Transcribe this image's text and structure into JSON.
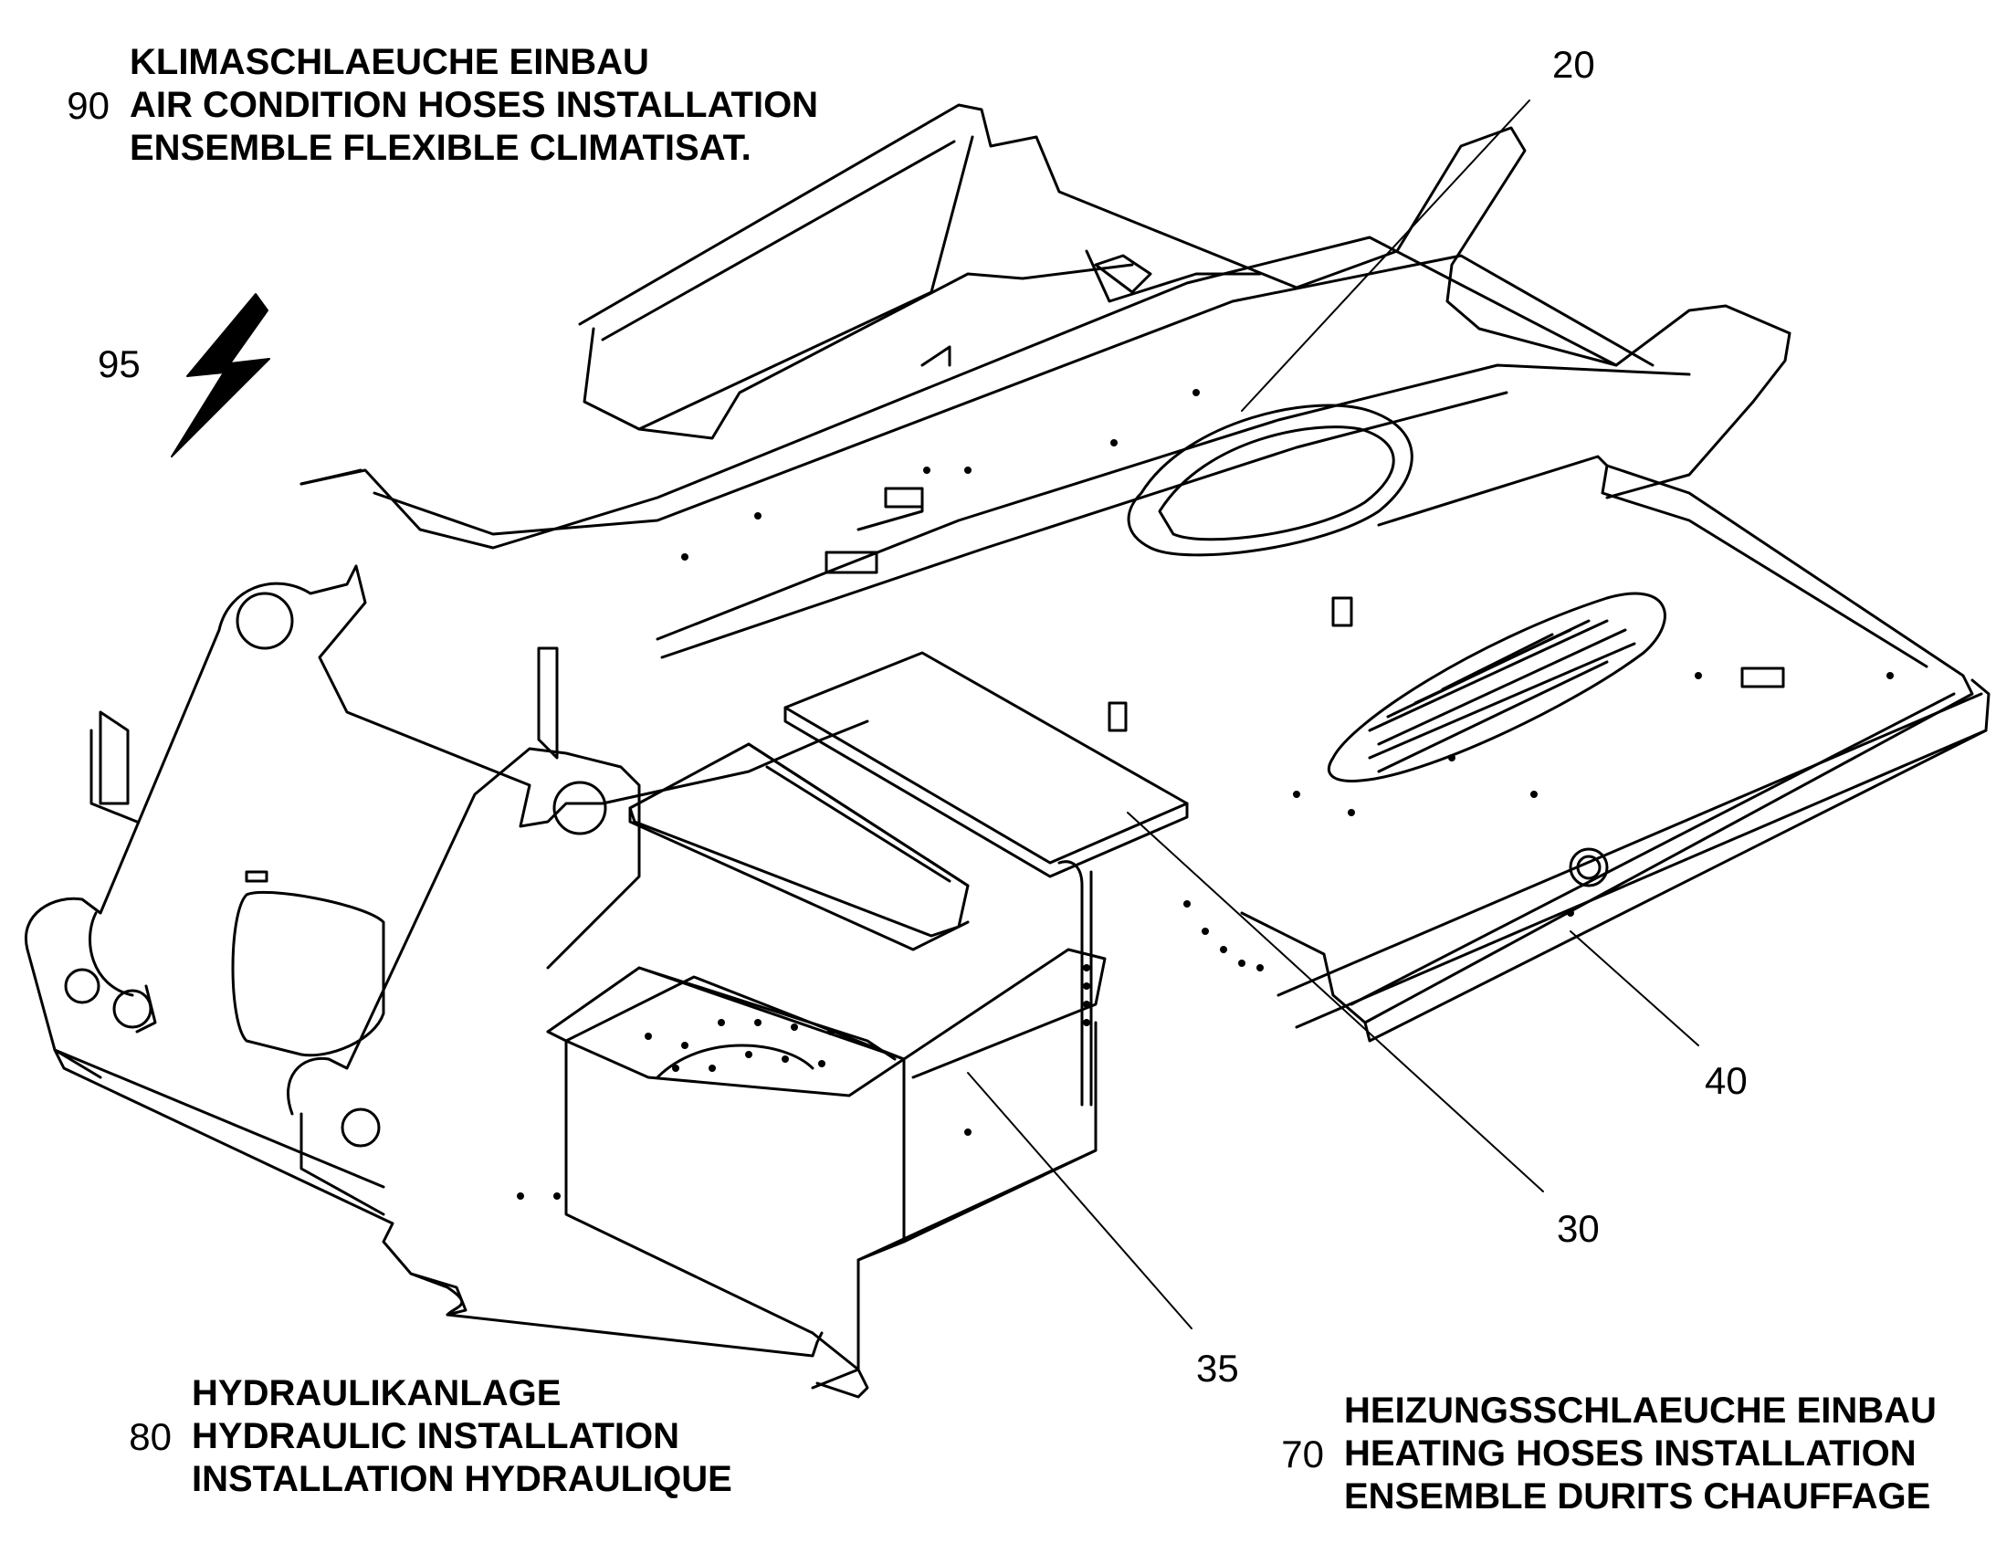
{
  "groups": {
    "g90": {
      "number": "90",
      "lines": [
        "KLIMASCHLAEUCHE EINBAU",
        "AIR CONDITION HOSES INSTALLATION",
        "ENSEMBLE FLEXIBLE CLIMATISAT."
      ]
    },
    "g95": {
      "number": "95"
    },
    "g80": {
      "number": "80",
      "lines": [
        "HYDRAULIKANLAGE",
        "HYDRAULIC INSTALLATION",
        "INSTALLATION HYDRAULIQUE"
      ]
    },
    "g70": {
      "number": "70",
      "lines": [
        "HEIZUNGSSCHLAEUCHE EINBAU",
        "HEATING HOSES INSTALLATION",
        "ENSEMBLE DURITS CHAUFFAGE"
      ]
    }
  },
  "callouts": {
    "c20": "20",
    "c30": "30",
    "c35": "35",
    "c40": "40"
  }
}
